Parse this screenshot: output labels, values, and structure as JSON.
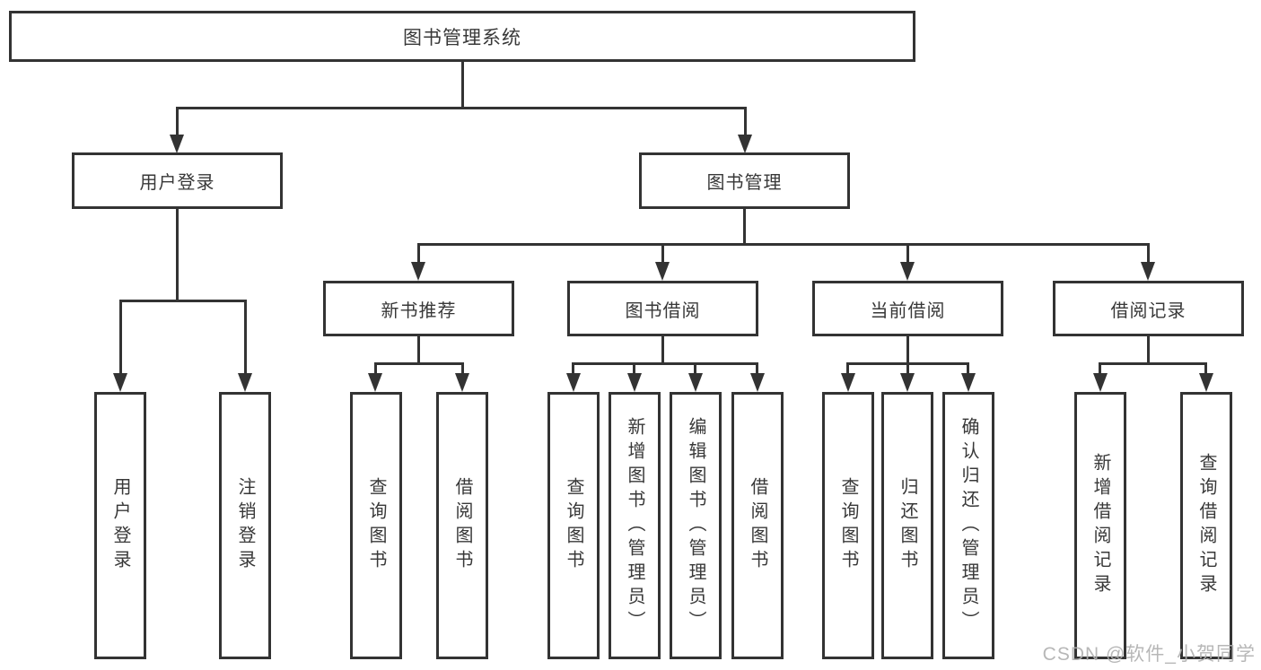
{
  "diagram": {
    "root": {
      "label": "图书管理系统"
    },
    "branches": [
      {
        "label": "用户登录",
        "children": [
          {
            "label": "用户登录"
          },
          {
            "label": "注销登录"
          }
        ]
      },
      {
        "label": "图书管理",
        "children": [
          {
            "label": "新书推荐",
            "children": [
              {
                "label": "查询图书"
              },
              {
                "label": "借阅图书"
              }
            ]
          },
          {
            "label": "图书借阅",
            "children": [
              {
                "label": "查询图书"
              },
              {
                "label": "新增图书（管理员）"
              },
              {
                "label": "编辑图书（管理员）"
              },
              {
                "label": "借阅图书"
              }
            ]
          },
          {
            "label": "当前借阅",
            "children": [
              {
                "label": "查询图书"
              },
              {
                "label": "归还图书"
              },
              {
                "label": "确认归还（管理员）"
              }
            ]
          },
          {
            "label": "借阅记录",
            "children": [
              {
                "label": "新增借阅记录"
              },
              {
                "label": "查询借阅记录"
              }
            ]
          }
        ]
      }
    ]
  },
  "colors": {
    "line": "#333333",
    "text": "#383838",
    "watermark": "#afafaf"
  },
  "watermark": {
    "text": "CSDN @软件_小贺同学"
  }
}
